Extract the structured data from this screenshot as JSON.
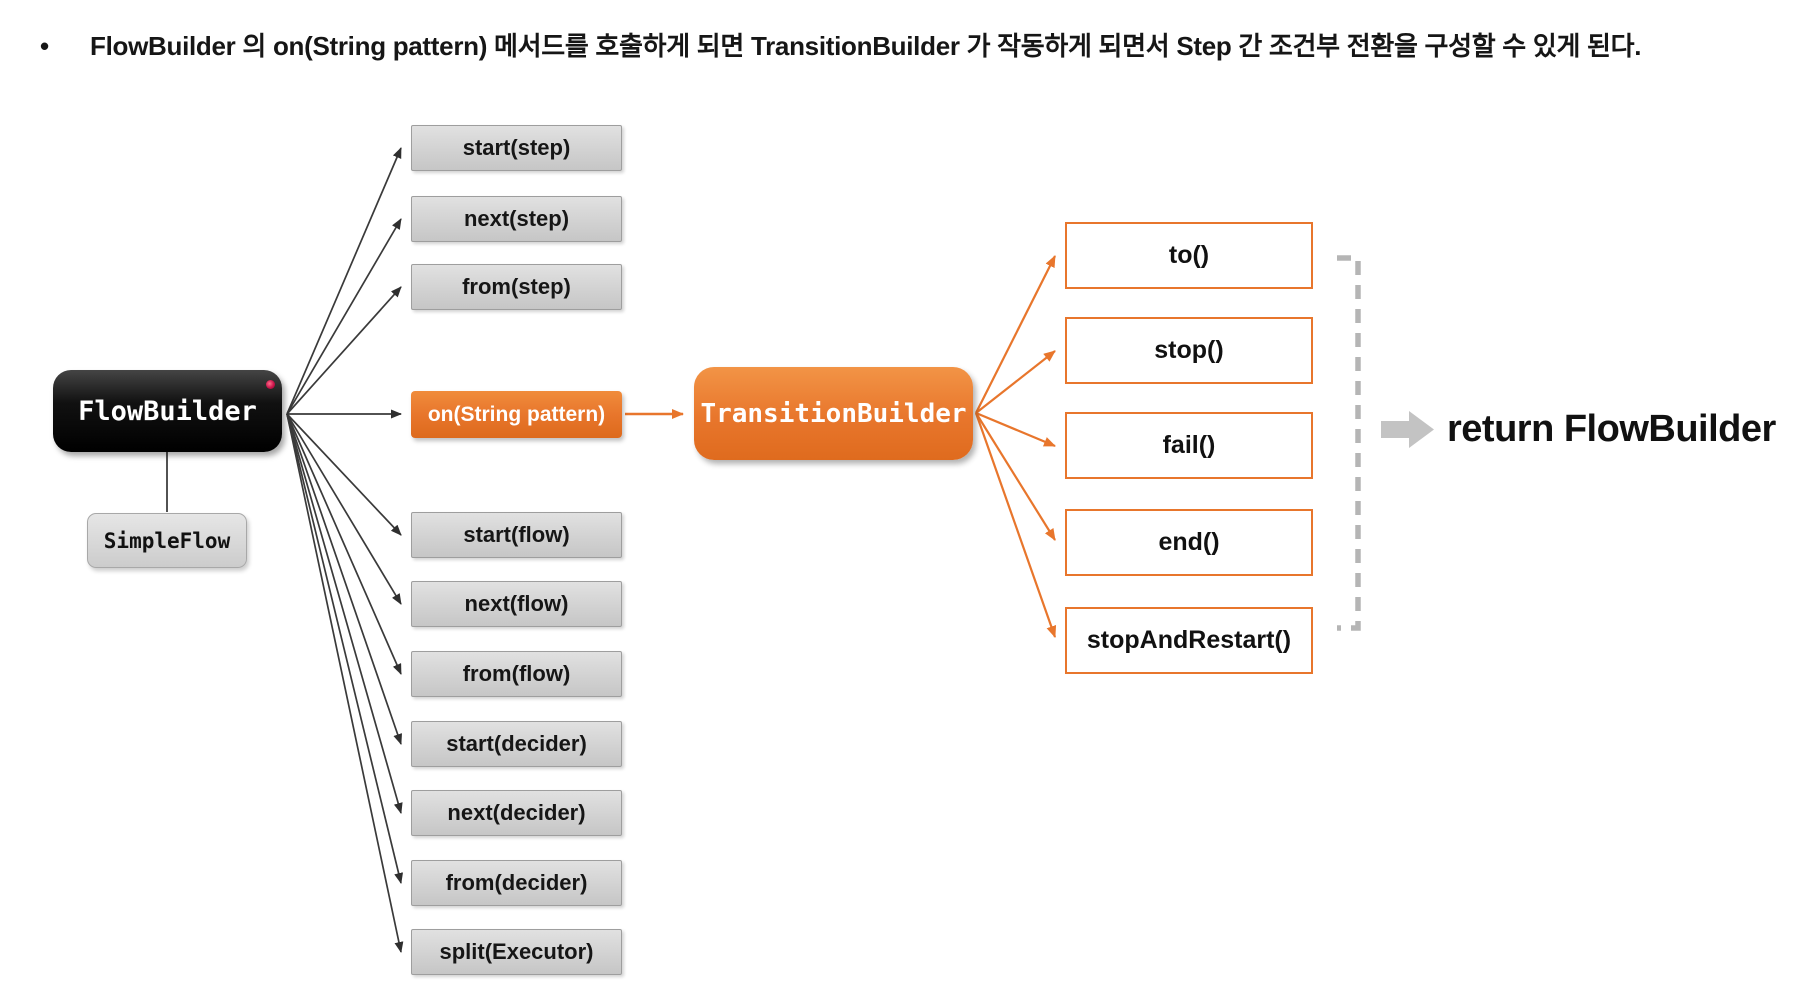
{
  "bullet": {
    "marker": "•",
    "text": "FlowBuilder 의 on(String pattern) 메서드를 호출하게 되면 TransitionBuilder 가 작동하게 되면서 Step 간 조건부 전환을 구성할 수 있게 된다."
  },
  "nodes": {
    "flow_builder": "FlowBuilder",
    "simple_flow": "SimpleFlow",
    "on_method": "on(String pattern)",
    "transition_builder": "TransitionBuilder"
  },
  "flow_methods": [
    {
      "label": "start(step)"
    },
    {
      "label": "next(step)"
    },
    {
      "label": "from(step)"
    },
    {
      "label": "start(flow)"
    },
    {
      "label": "next(flow)"
    },
    {
      "label": "from(flow)"
    },
    {
      "label": "start(decider)"
    },
    {
      "label": "next(decider)"
    },
    {
      "label": "from(decider)"
    },
    {
      "label": "split(Executor)"
    }
  ],
  "transition_methods": [
    {
      "label": "to()"
    },
    {
      "label": "stop()"
    },
    {
      "label": "fail()"
    },
    {
      "label": "end()"
    },
    {
      "label": "stopAndRestart()"
    }
  ],
  "return_note": "return FlowBuilder",
  "colors": {
    "accent_orange": "#e8762c",
    "node_black": "#000000",
    "box_gray": "#d2d2d2",
    "bracket_gray": "#b5b5b5",
    "arrow_dark": "#333333"
  }
}
